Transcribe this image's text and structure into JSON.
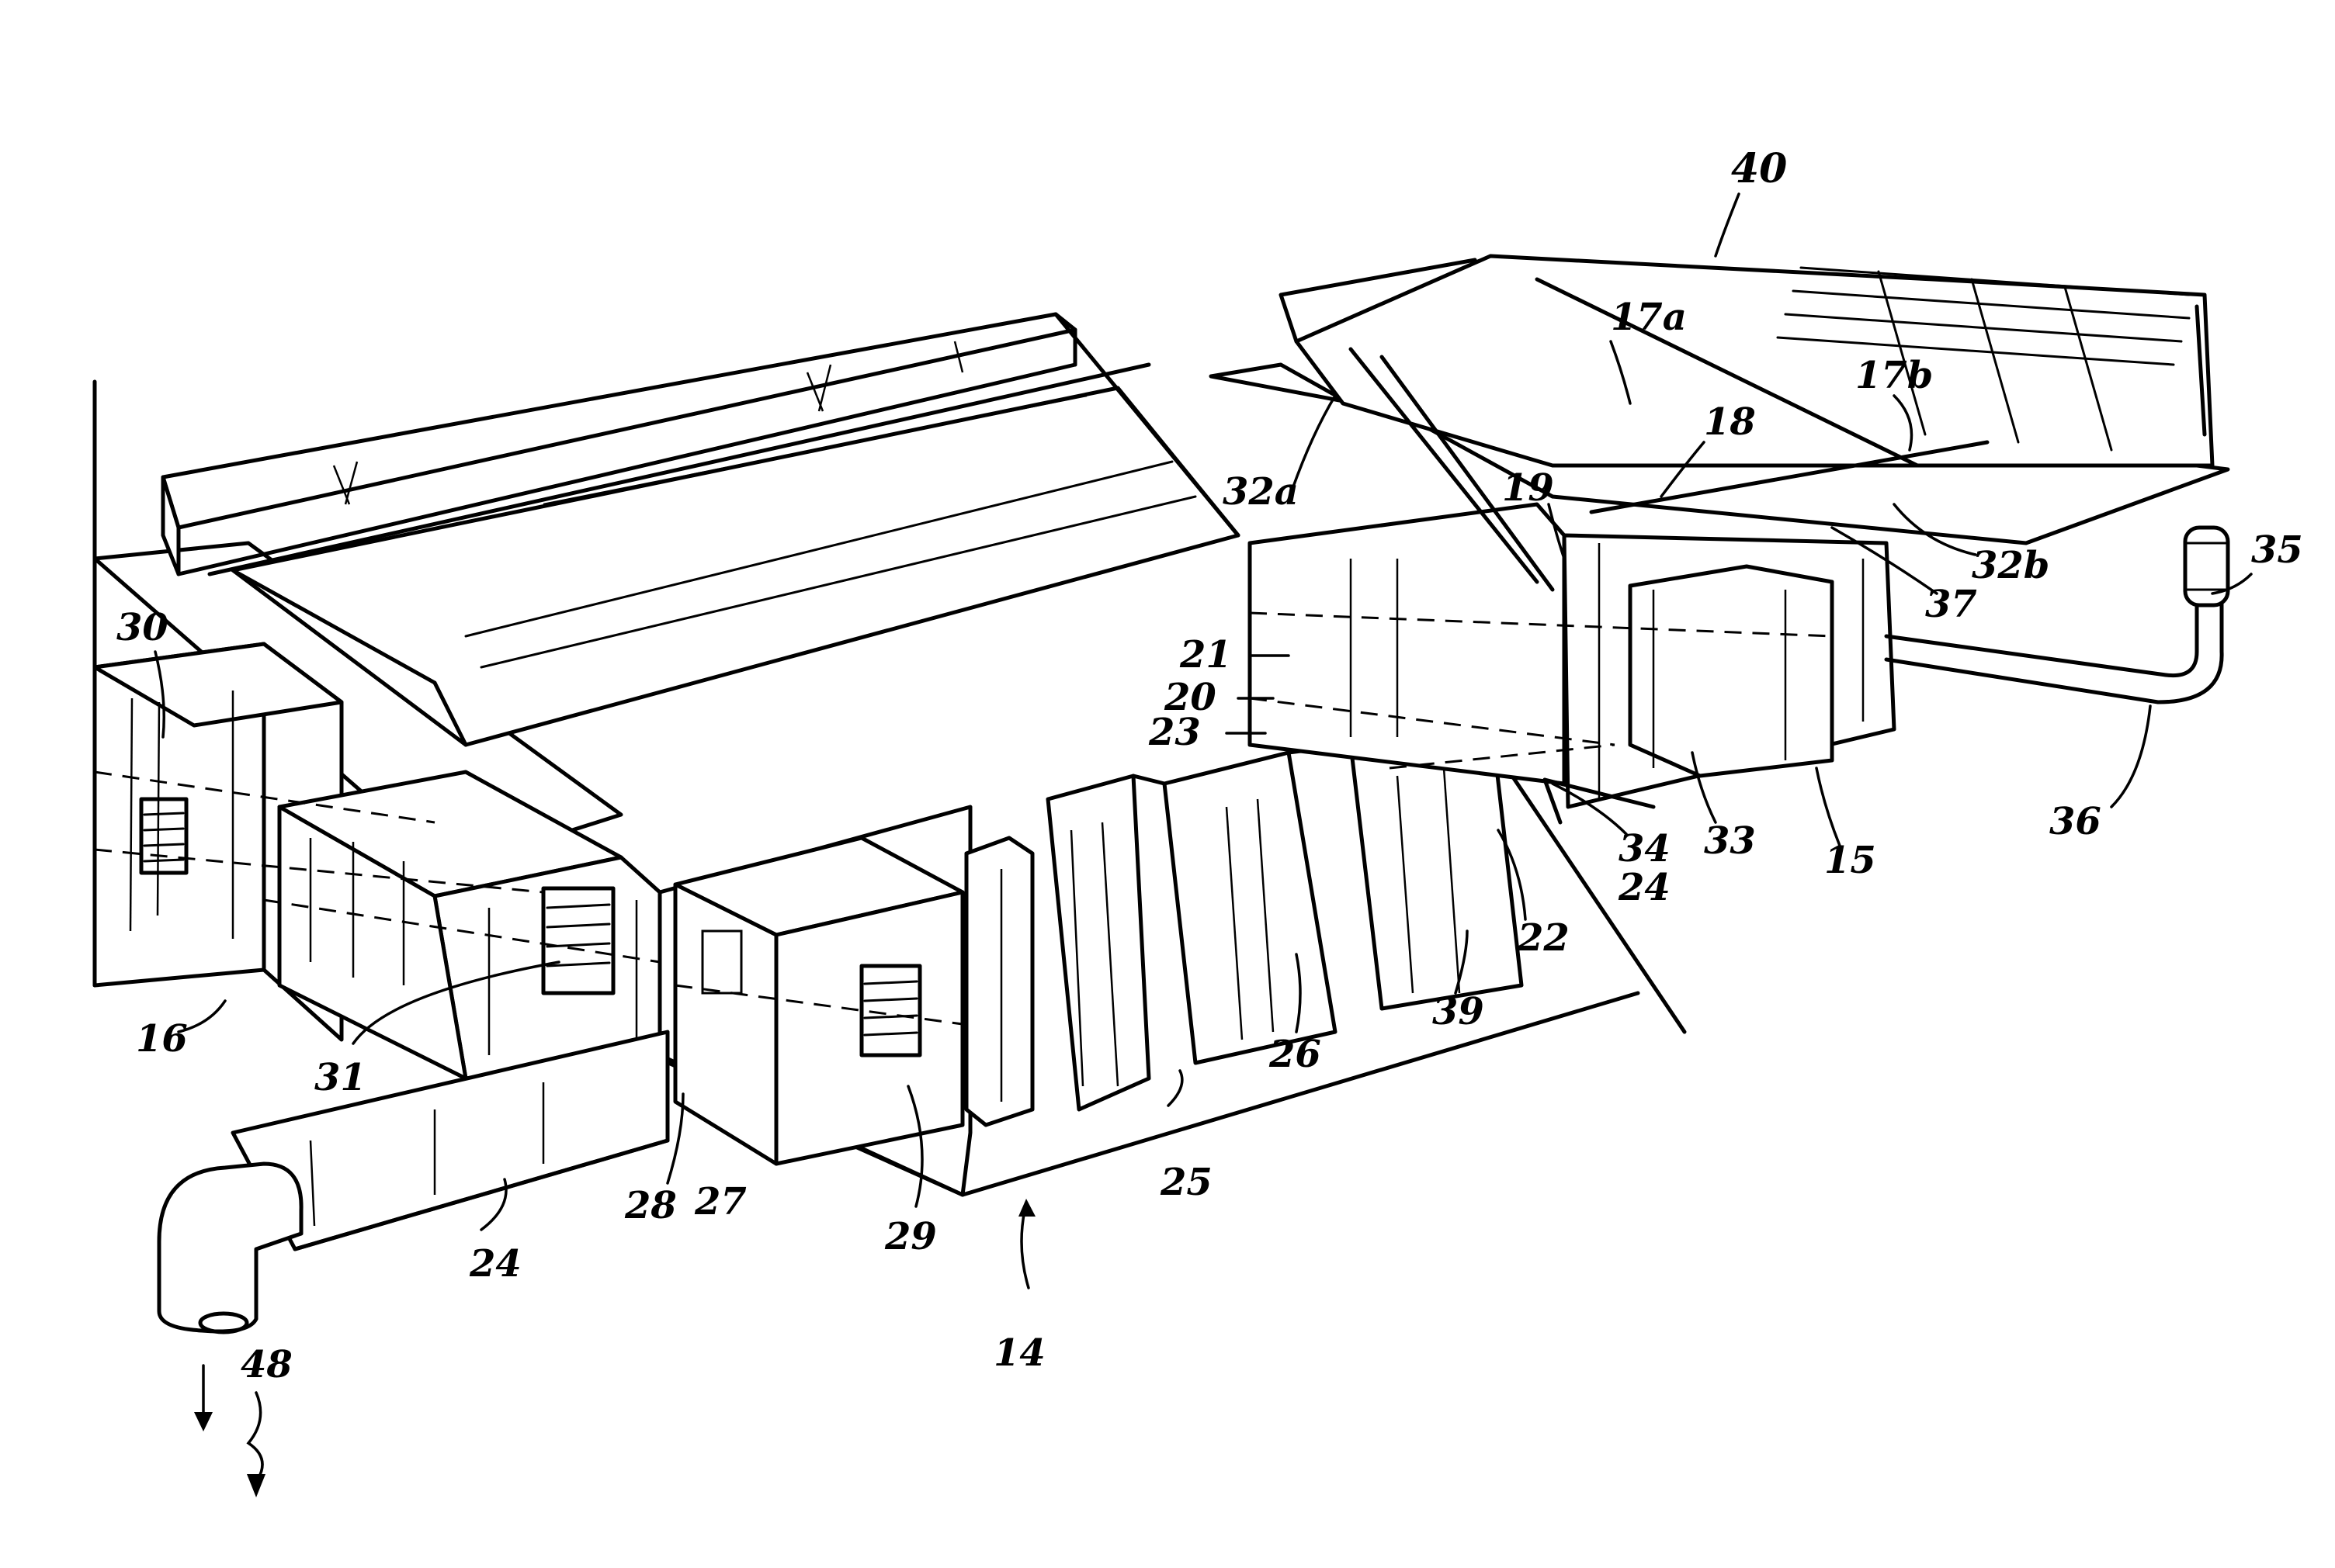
{
  "labels": {
    "l40": "40",
    "l17a": "17a",
    "l17b": "17b",
    "l18": "18",
    "l19": "19",
    "l32a": "32a",
    "l32b": "32b",
    "l35": "35",
    "l37": "37",
    "l30": "30",
    "l21": "21",
    "l20": "20",
    "l23": "23",
    "l34": "34",
    "l33": "33",
    "l15": "15",
    "l36": "36",
    "l24_right": "24",
    "l22": "22",
    "l39": "39",
    "l26": "26",
    "l16": "16",
    "l31": "31",
    "l25": "25",
    "l28": "28",
    "l27": "27",
    "l29": "29",
    "l24_left": "24",
    "l14": "14",
    "l48": "48"
  }
}
